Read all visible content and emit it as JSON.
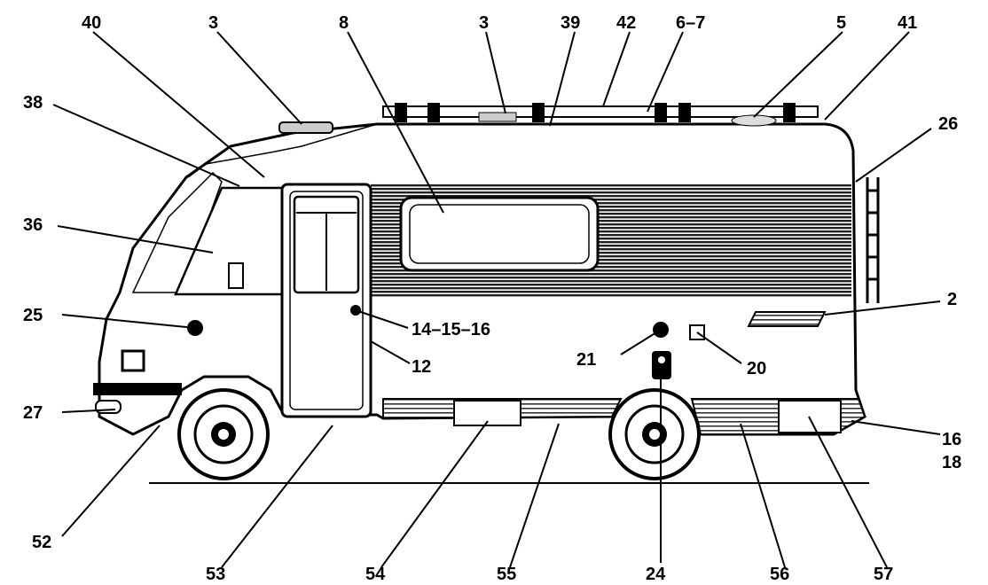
{
  "diagram": {
    "labels": {
      "l40": "40",
      "l3a": "3",
      "l8": "8",
      "l3b": "3",
      "l39": "39",
      "l42": "42",
      "l67": "6–7",
      "l5": "5",
      "l41": "41",
      "l38": "38",
      "l26": "26",
      "l36": "36",
      "l25": "25",
      "l2": "2",
      "l141516": "14–15–16",
      "l12": "12",
      "l21": "21",
      "l20": "20",
      "l27": "27",
      "l16": "16",
      "l18": "18",
      "l52": "52",
      "l53": "53",
      "l54": "54",
      "l55": "55",
      "l24": "24",
      "l56": "56",
      "l57": "57"
    }
  }
}
